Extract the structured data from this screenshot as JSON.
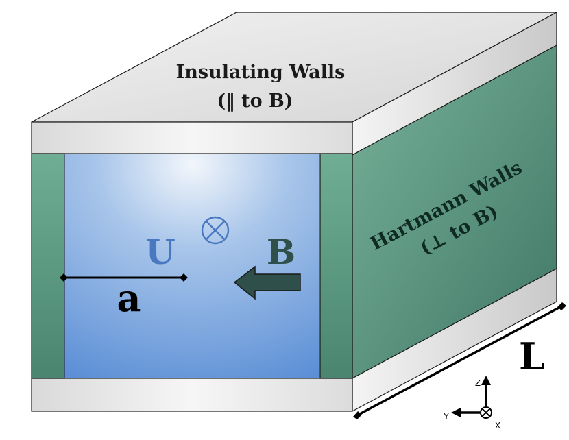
{
  "labels": {
    "insulating_line1": "Insulating Walls",
    "insulating_line2": "(‖ to B)",
    "hartmann_line1": "Hartmann Walls",
    "hartmann_line2": "(⊥ to B)",
    "velocity": "U",
    "velocity_symbol": "⊗",
    "field": "B",
    "half_width": "a",
    "length": "L"
  },
  "axes": {
    "z": "Z",
    "y": "Y",
    "x": "X"
  },
  "colors": {
    "insulating_wall": "#e6e6e6",
    "hartmann_wall": "#5f9c84",
    "fluid": "#7aa6dc",
    "velocity_text": "#4a78c0",
    "field_text": "#2f4f4a",
    "outline": "#1a1a1a"
  }
}
